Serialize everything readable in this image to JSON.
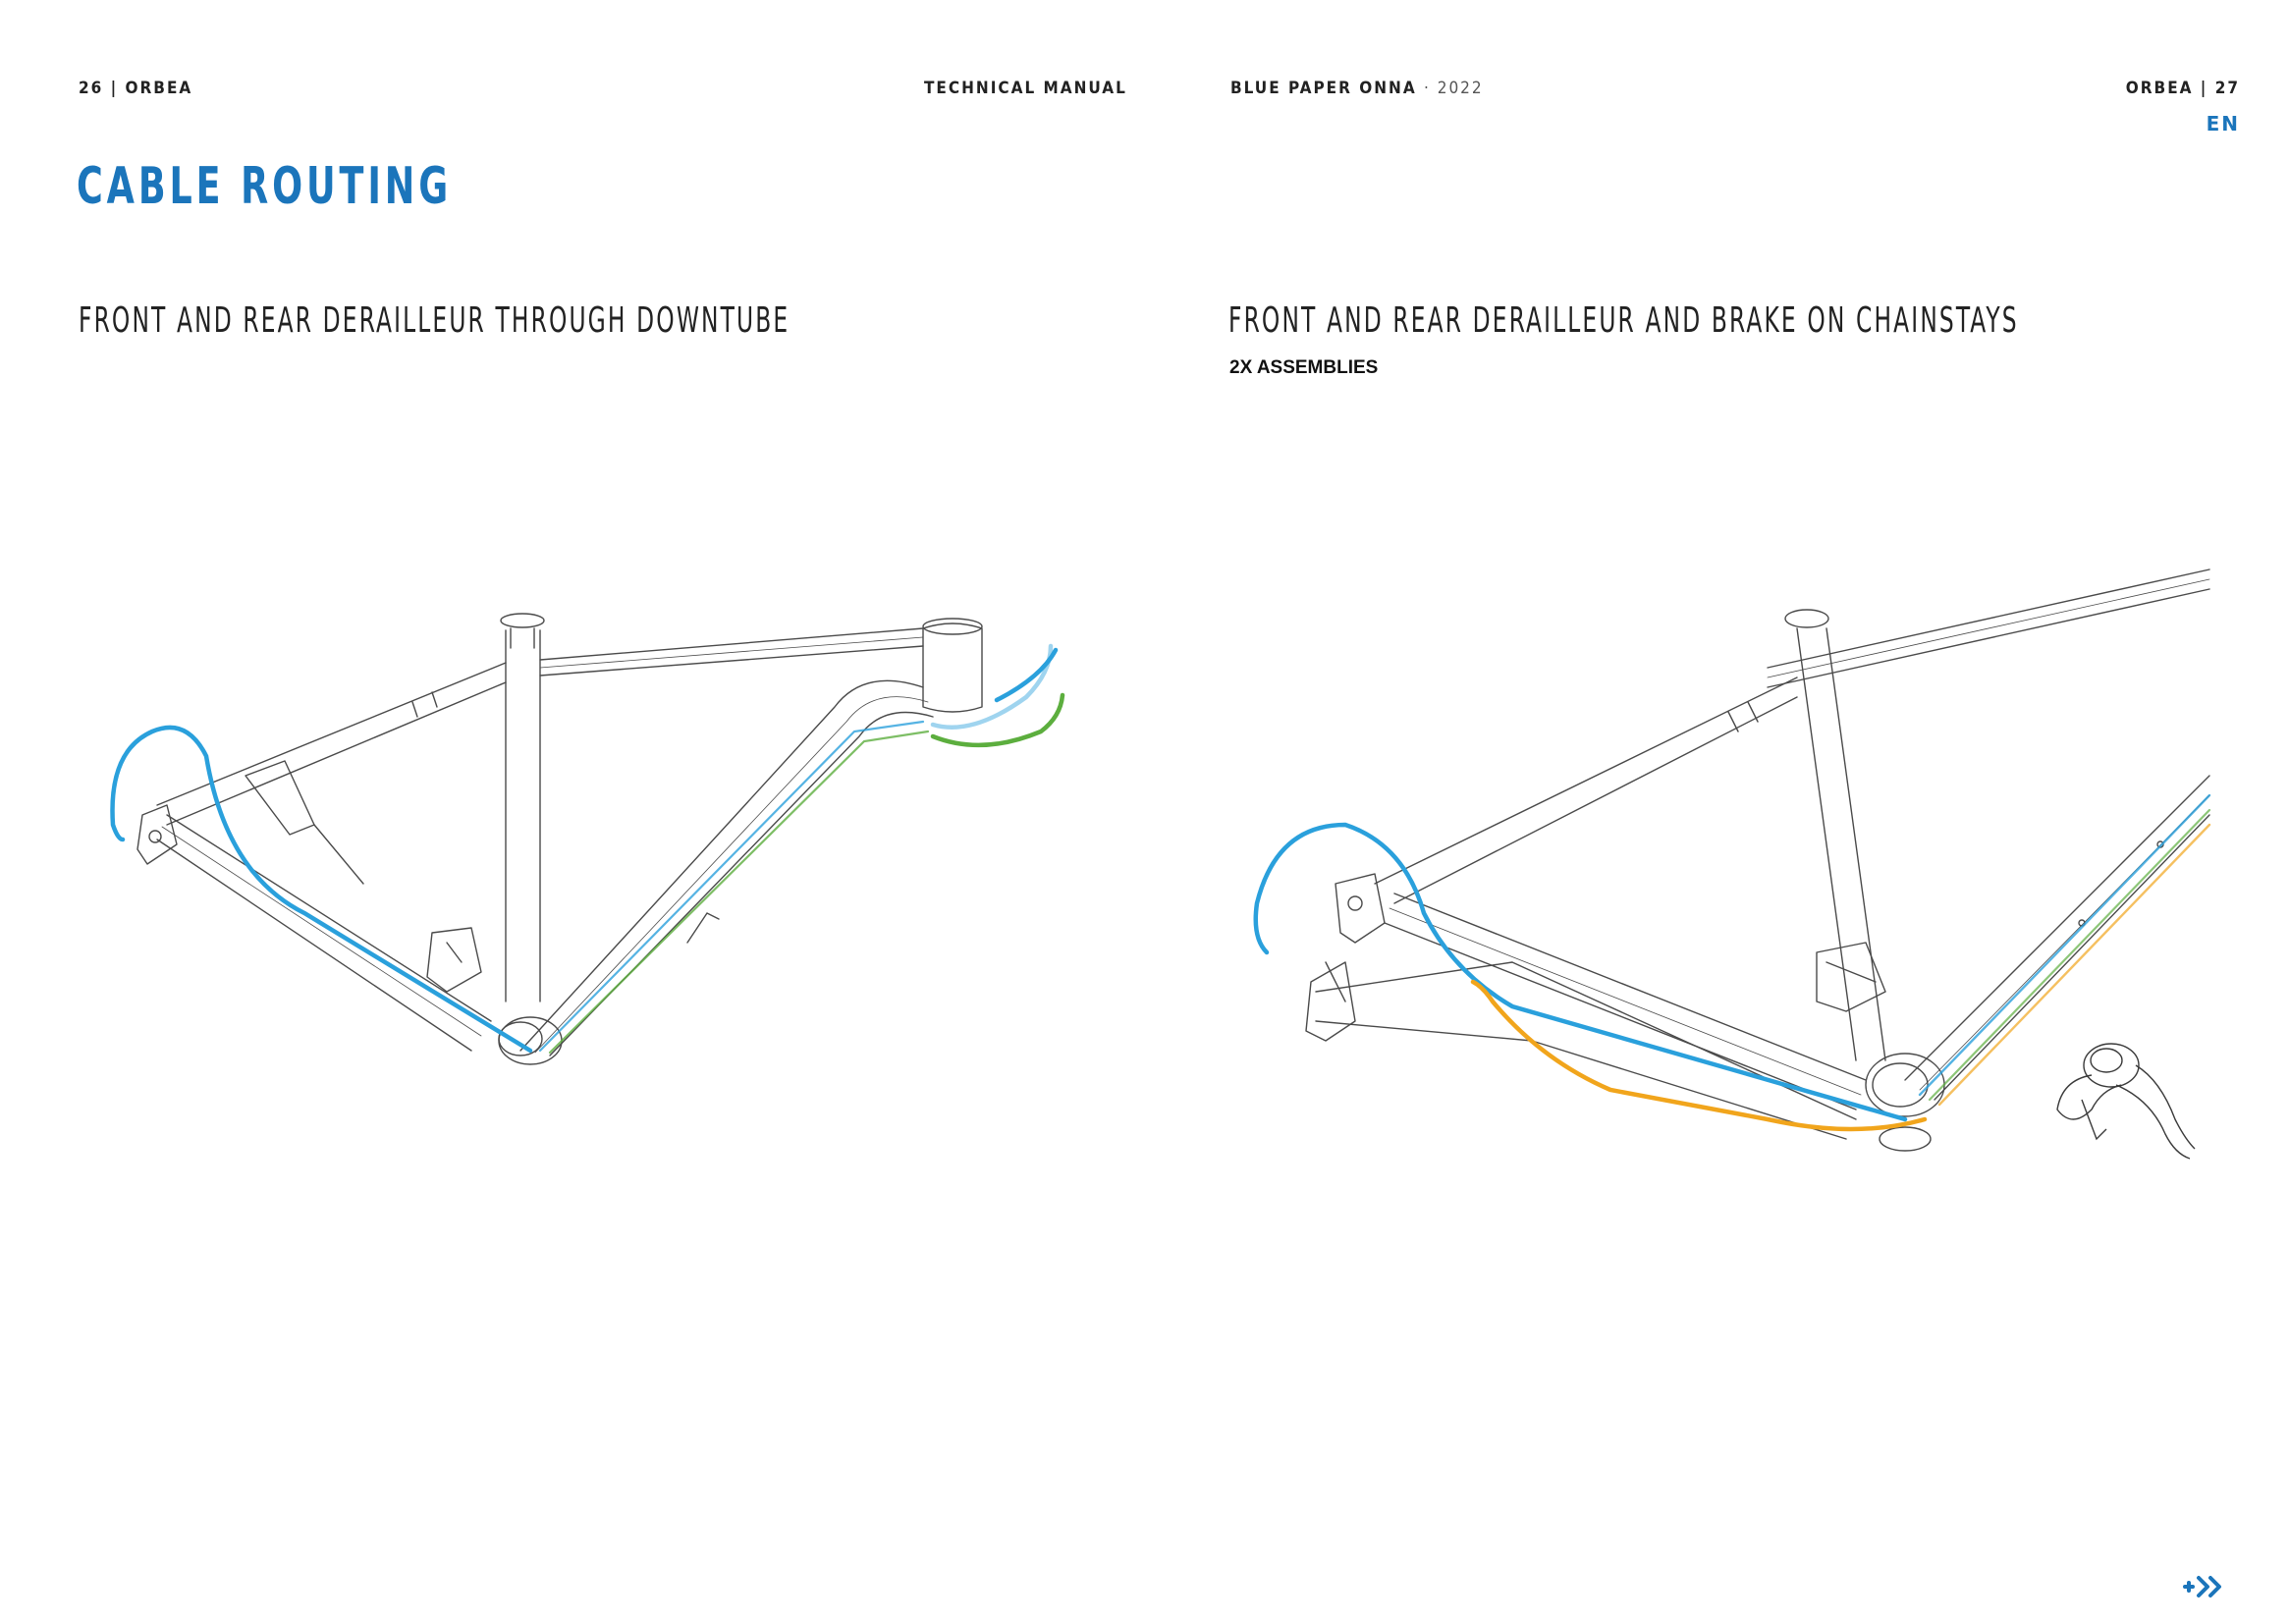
{
  "header": {
    "left_page": "26 | ORBEA",
    "left_title": "TECHNICAL MANUAL",
    "right_title": "BLUE PAPER ONNA",
    "right_year": "· 2022",
    "right_page": "ORBEA | 27",
    "language": "EN"
  },
  "page_title": "CABLE ROUTING",
  "sections": [
    {
      "title": "FRONT AND REAR DERAILLEUR THROUGH DOWNTUBE",
      "subtitle": ""
    },
    {
      "title": "FRONT AND REAR DERAILLEUR AND BRAKE ON CHAINSTAYS",
      "subtitle": "2X ASSEMBLIES"
    }
  ],
  "colors": {
    "accent": "#1b75bb",
    "cable_blue": "#2aa0dc",
    "cable_green": "#5cae3e",
    "cable_orange": "#f1a51c",
    "frame_line": "#4a4a4a"
  },
  "icons": {
    "next_page": "double-chevron-right-icon"
  }
}
